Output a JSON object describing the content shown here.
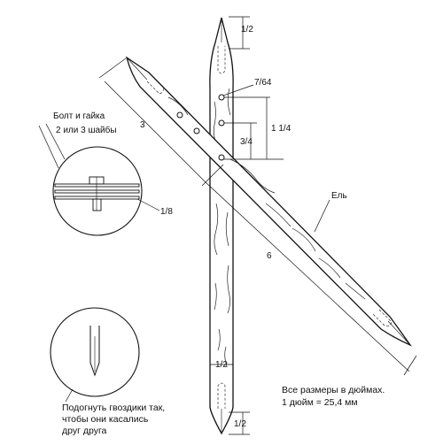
{
  "labels": {
    "dim_top_half": "1/2",
    "dim_hole": "7/64",
    "dim_one_quarter": "1 1/4",
    "dim_three_quarter": "3/4",
    "dim_three": "3",
    "dim_six": "6",
    "dim_bottom_half": "1/2",
    "dim_mid_half": "1/2",
    "dim_eighth": "1/8",
    "wood_label": "Ель",
    "bolt_label": "Болт и гайка",
    "washers_label": "2 или 3 шайбы",
    "nails_line1": "Подогнуть гвоздики так,",
    "nails_line2": "чтобы они касались",
    "nails_line3": "друг друга",
    "units_line1": "Все размеры в дюймах.",
    "units_line2": "1 дюйм = 25,4 мм"
  }
}
